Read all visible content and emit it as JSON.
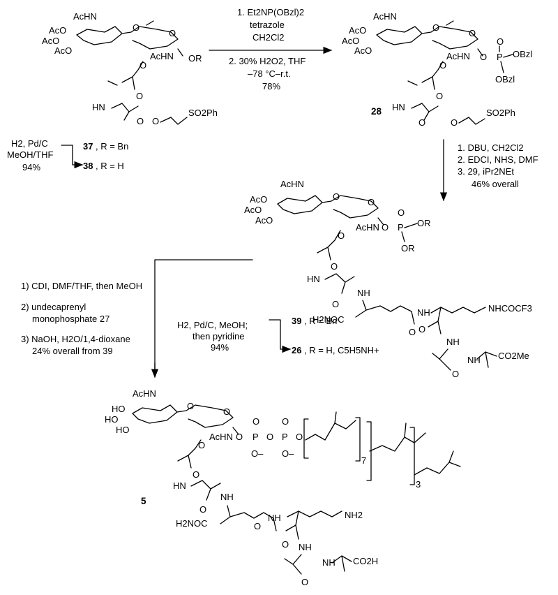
{
  "top_reaction": {
    "step1": "1. Et2NP(OBzl)2",
    "step1b": "tetrazole",
    "step1c": "CH2Cl2",
    "step2": "2. 30% H2O2, THF",
    "step2b": "–78 °C–r.t.",
    "yield": "78%"
  },
  "compound_37_38": {
    "conditions1": "H2, Pd/C",
    "conditions2": "MeOH/THF",
    "yield": "94%",
    "label37": "37",
    "text37": ", R = Bn",
    "label38": "38",
    "text38": ", R = H"
  },
  "compound_28": {
    "label": "28"
  },
  "right_reaction": {
    "step1": "1. DBU, CH2Cl2",
    "step2": "2. EDCI, NHS, DMF",
    "step3": "3. 29, iPr2NEt",
    "yield": "46% overall"
  },
  "left_reaction": {
    "step1": "1) CDI, DMF/THF, then MeOH",
    "step2": "2) undecaprenyl",
    "step2b": "monophosphate 27",
    "step3": "3) NaOH, H2O/1,4-dioxane",
    "yield": "24% overall from 39"
  },
  "middle_reaction": {
    "cond1": "H2, Pd/C, MeOH;",
    "cond2": "then pyridine",
    "yield": "94%",
    "label39": "39",
    "text39": ", R = Bn",
    "label26": "26",
    "text26": ", R = H, C5H5NH+"
  },
  "compound_5": {
    "label": "5"
  },
  "groups": {
    "AcHN": "AcHN",
    "AcO": "AcO",
    "HO": "HO",
    "NHR": "AcHN",
    "OR": "OR",
    "OBzl": "OBzl",
    "SO2Ph": "SO2Ph",
    "HN": "HN",
    "NH": "NH",
    "O": "O",
    "P": "P",
    "H2NOC": "H2NOC",
    "NHCOCF3": "NHCOCF3",
    "CO2Me": "CO2Me",
    "CO2H": "CO2H",
    "NH2": "NH2",
    "Ominus": "O–",
    "n7": "7",
    "n3": "3"
  }
}
